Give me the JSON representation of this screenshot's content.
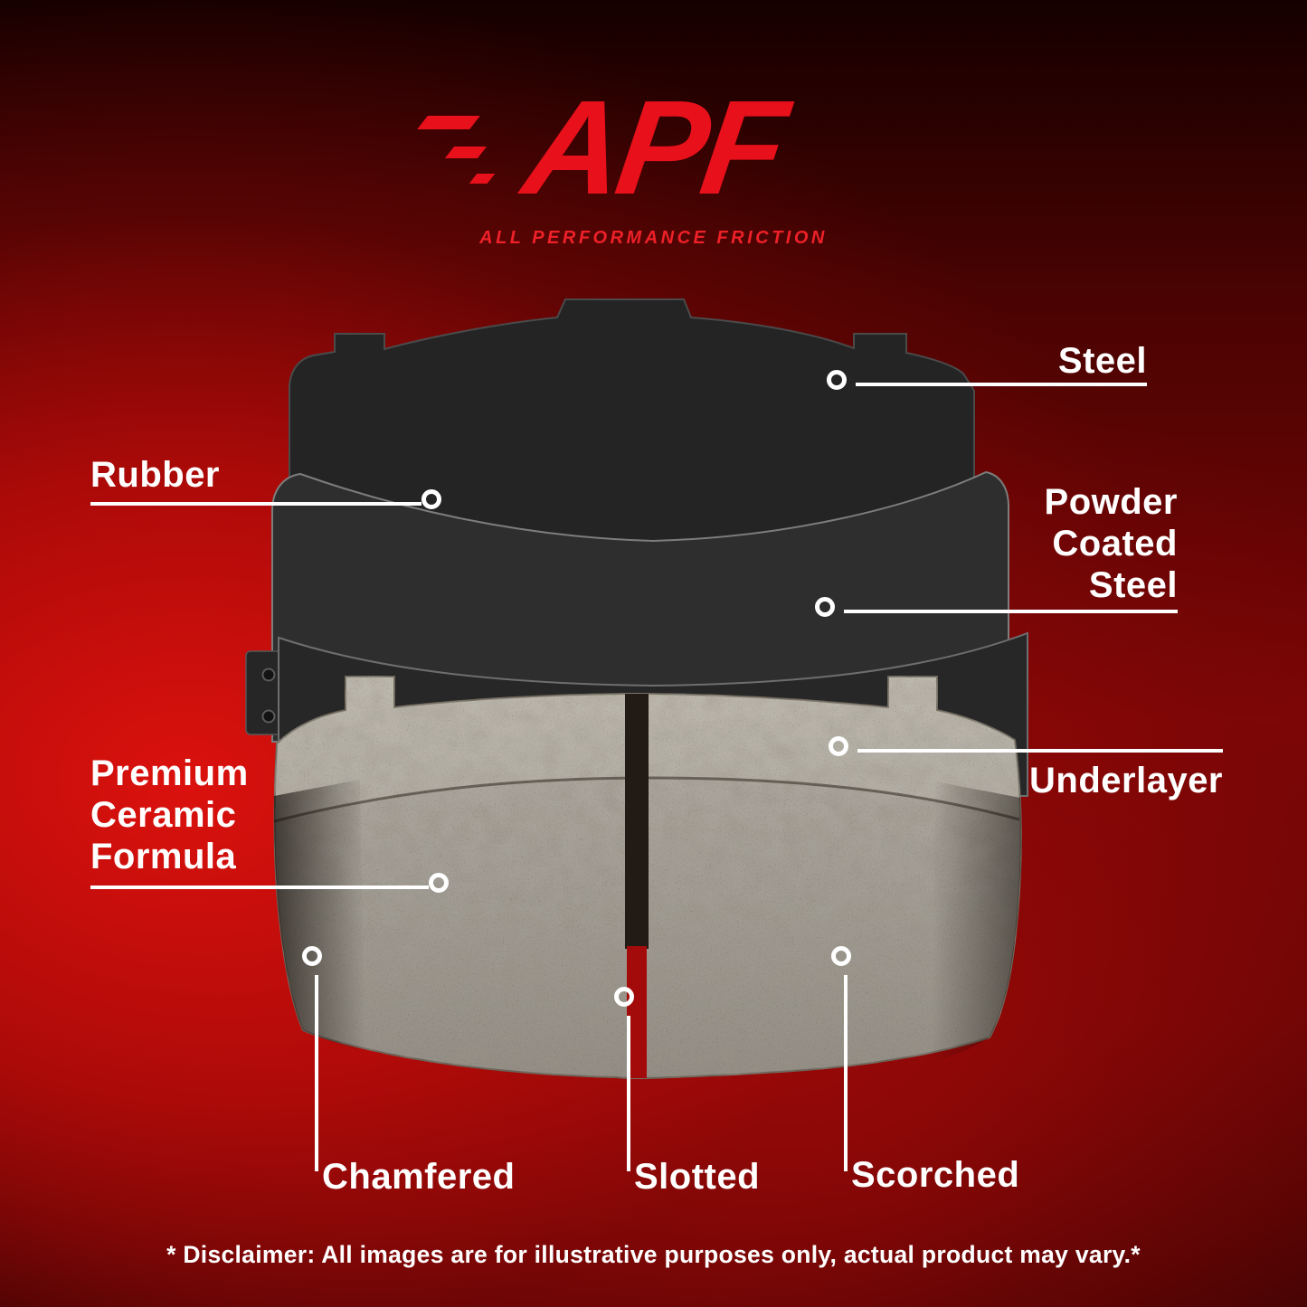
{
  "logo": {
    "brand": "APF",
    "tagline": "ALL PERFORMANCE FRICTION"
  },
  "colors": {
    "accent_red": "#e8101a",
    "background_red": "#a30b0b",
    "label_white": "#ffffff",
    "steel_dark": "#242424",
    "ceramic_gray": "#a49f96"
  },
  "callouts": {
    "steel": {
      "label": "Steel"
    },
    "rubber": {
      "label": "Rubber"
    },
    "powder_coated_steel": {
      "label": "Powder\nCoated\nSteel"
    },
    "underlayer": {
      "label": "Underlayer"
    },
    "premium_ceramic_formula": {
      "label": "Premium\nCeramic\nFormula"
    },
    "chamfered": {
      "label": "Chamfered"
    },
    "slotted": {
      "label": "Slotted"
    },
    "scorched": {
      "label": "Scorched"
    }
  },
  "disclaimer": "* Disclaimer: All images are for illustrative purposes only, actual product may vary.*"
}
